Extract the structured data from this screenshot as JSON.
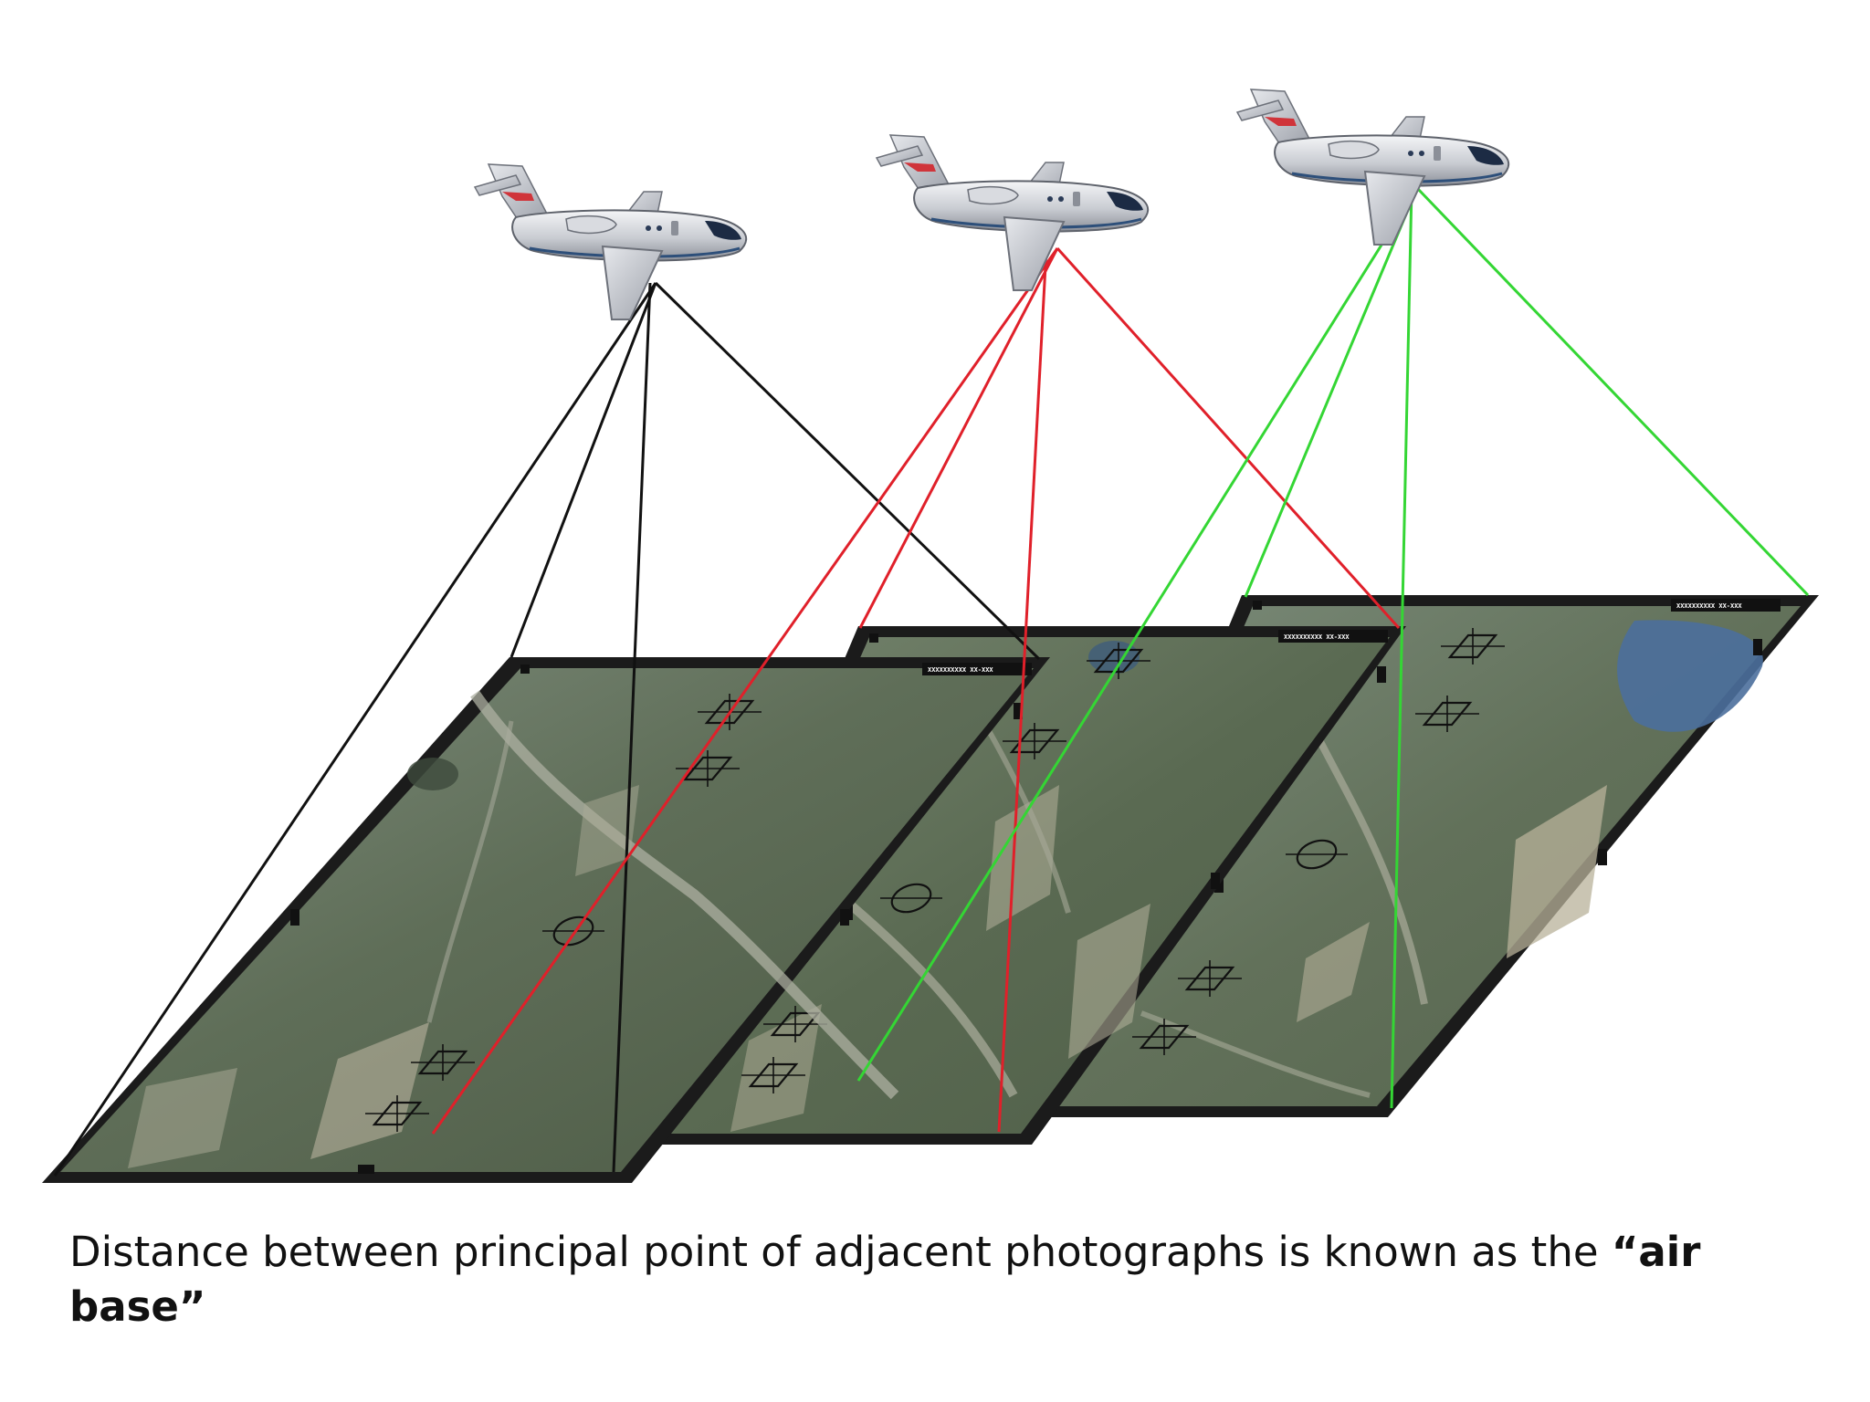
{
  "caption": {
    "prefix": "Distance between principal point of adjacent photographs is known as the ",
    "highlight": "“air base”"
  },
  "photo_header_label": "XXXXXXXXXX  XX-XXX",
  "colors": {
    "camera_1_rays": "#111111",
    "camera_2_rays": "#e0202a",
    "camera_3_rays": "#34d634",
    "photo_frame": "#1a1a1a",
    "caption_text": "#111111"
  },
  "icons": [
    "airplane-icon",
    "fiducial-mark-icon",
    "target-marker-icon"
  ]
}
